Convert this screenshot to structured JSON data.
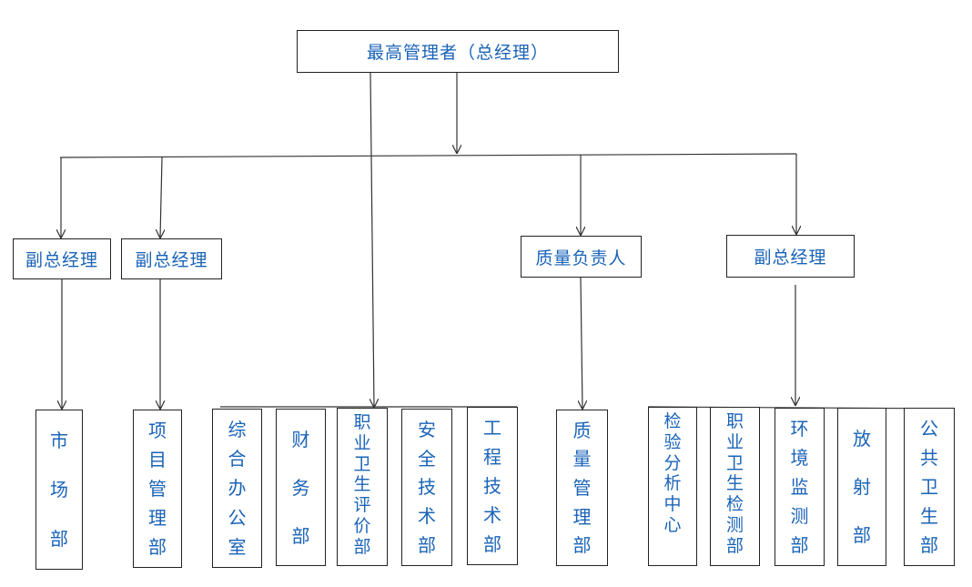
{
  "top": "最高管理者（总经理）",
  "managers": {
    "m1": "副总经理",
    "m2": "副总经理",
    "quality": "质量负责人",
    "m3": "副总经理"
  },
  "departments": {
    "market": "市场部",
    "project": "项目管理部",
    "general_office": "综合办公室",
    "finance": "财务部",
    "occupational_eval": "职业卫生评价部",
    "safety_tech": "安全技术部",
    "engineering_tech": "工程技术部",
    "quality_mgmt": "质量管理部",
    "testing_center": "检验分析中心",
    "occupational_test": "职业卫生检测部",
    "env_monitoring": "环境监测部",
    "radiation": "放射部",
    "public_health": "公共卫生部"
  },
  "colors": {
    "text": "#1a63b8",
    "line": "#333333",
    "border": "#222222"
  }
}
